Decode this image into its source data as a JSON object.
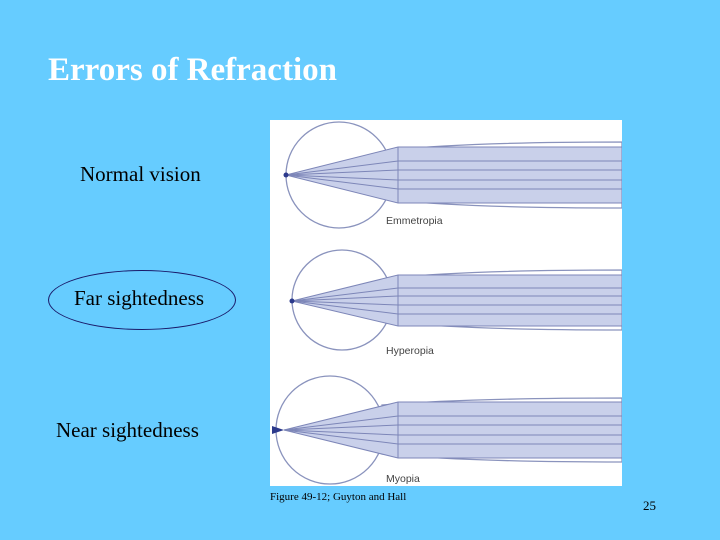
{
  "slide": {
    "title": "Errors of Refraction",
    "page_number": "25"
  },
  "labels": {
    "normal": "Normal vision",
    "far": "Far sightedness",
    "near": "Near sightedness"
  },
  "figure": {
    "panels": [
      {
        "name": "Emmetropia"
      },
      {
        "name": "Hyperopia"
      },
      {
        "name": "Myopia"
      }
    ],
    "caption": "Figure 49-12; Guyton and Hall"
  },
  "colors": {
    "background": "#66ccff",
    "title": "#ffffff",
    "beam_fill": "#c9d0ea",
    "beam_line": "#7d86b8",
    "eye_outline": "#8a93bd",
    "focus_point": "#2c3a8c"
  }
}
